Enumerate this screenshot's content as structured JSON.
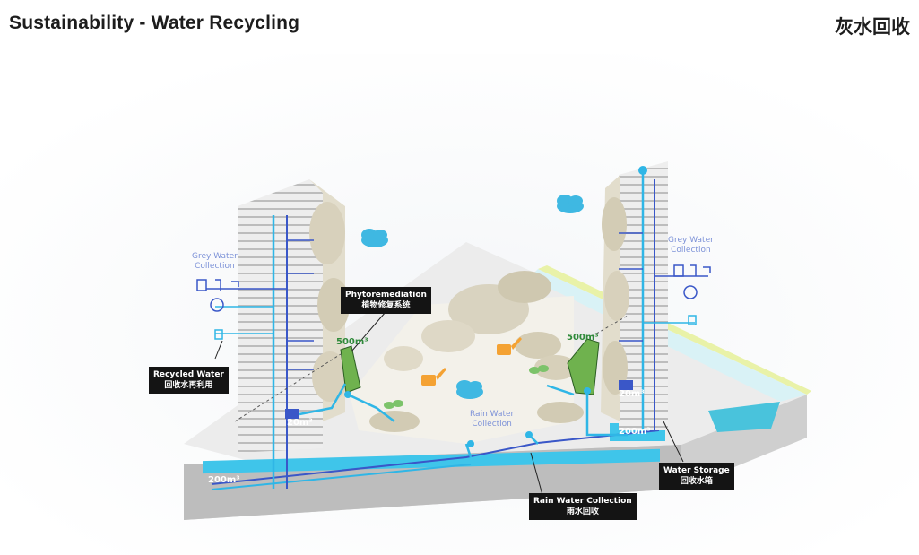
{
  "header": {
    "title": "Sustainability - Water Recycling",
    "title_cn": "灰水回收"
  },
  "labels": {
    "grey_water_left": [
      "Grey Water",
      "Collection"
    ],
    "grey_water_right": [
      "Grey Water",
      "Collection"
    ],
    "rain_water_center": [
      "Rain Water",
      "Collection"
    ],
    "phytoremediation": [
      "Phytoremediation",
      "植物修复系统"
    ],
    "recycled_water": [
      "Recycled Water",
      "回收水再利用"
    ],
    "water_storage": [
      "Water Storage",
      "回收水箱"
    ],
    "rain_water_collection": [
      "Rain Water Collection",
      "雨水回收"
    ]
  },
  "volumes": {
    "tank_left_small": "20m³",
    "tank_right_small": "20m³",
    "wetland_left": "500m³",
    "wetland_right": "500m³",
    "storage_left": "200m³",
    "storage_right": "200m³"
  },
  "colors": {
    "pipe": "#2fb6e6",
    "pipe_dark": "#3a57c8",
    "wetland": "#6fb24e",
    "rock": "#d9d3c0",
    "building": "#e9e9e9",
    "label_bg": "#141414"
  }
}
